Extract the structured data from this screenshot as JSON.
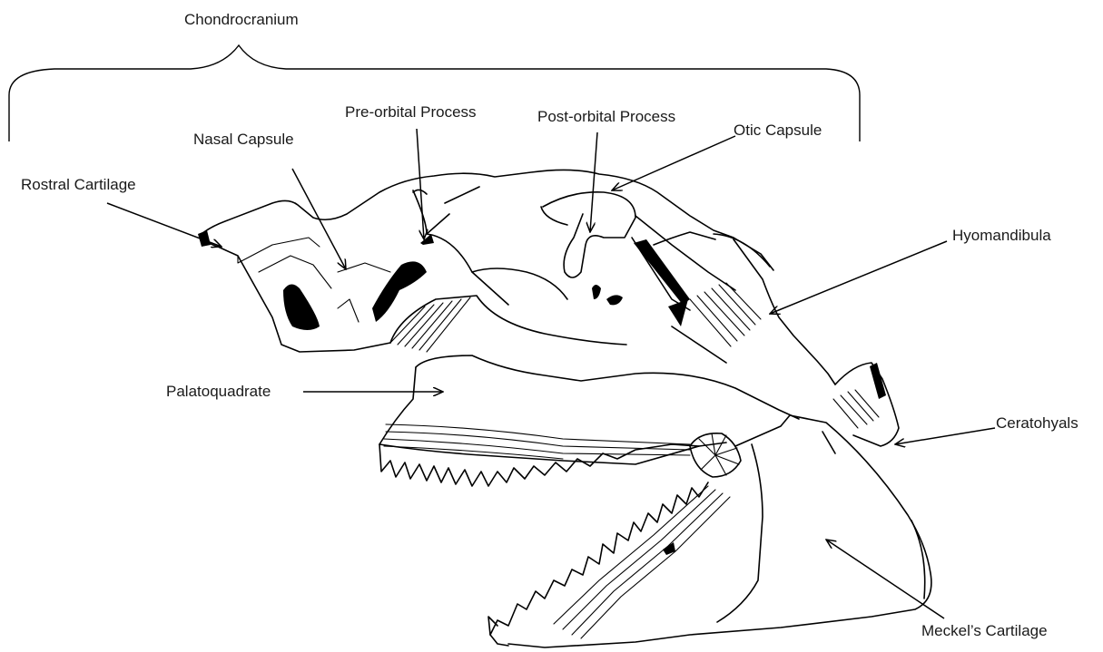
{
  "diagram": {
    "bracket_label": "Chondrocranium",
    "labels": {
      "rostral_cartilage": "Rostral Cartilage",
      "nasal_capsule": "Nasal Capsule",
      "pre_orbital_process": "Pre-orbital Process",
      "post_orbital_process": "Post-orbital Process",
      "otic_capsule": "Otic Capsule",
      "hyomandibula": "Hyomandibula",
      "palatoquadrate": "Palatoquadrate",
      "ceratohyals": "Ceratohyals",
      "meckels_cartilage": "Meckel’s Cartilage"
    }
  }
}
